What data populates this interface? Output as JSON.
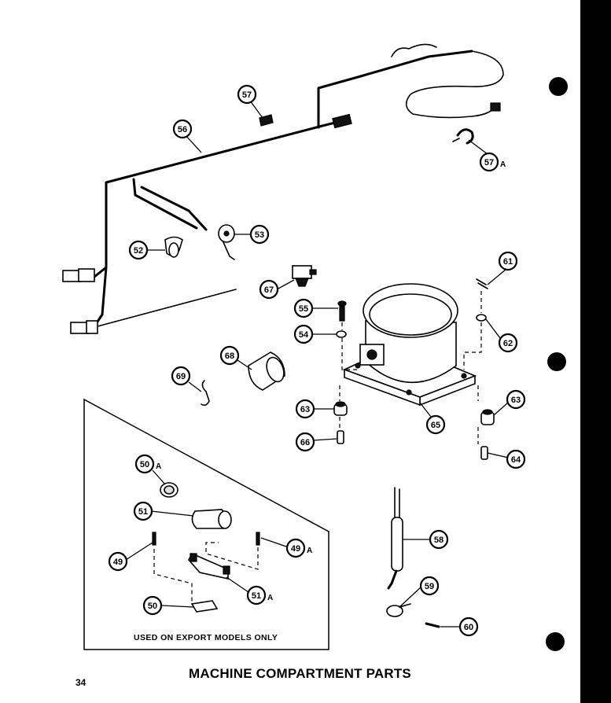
{
  "page": {
    "title": "MACHINE COMPARTMENT PARTS",
    "page_number": "34",
    "export_note": "USED ON EXPORT MODELS ONLY"
  },
  "callouts": [
    {
      "id": "57",
      "label": "57",
      "suffix": ""
    },
    {
      "id": "56",
      "label": "56",
      "suffix": ""
    },
    {
      "id": "57a",
      "label": "57",
      "suffix": "A"
    },
    {
      "id": "52",
      "label": "52",
      "suffix": ""
    },
    {
      "id": "53",
      "label": "53",
      "suffix": ""
    },
    {
      "id": "61",
      "label": "61",
      "suffix": ""
    },
    {
      "id": "67",
      "label": "67",
      "suffix": ""
    },
    {
      "id": "55",
      "label": "55",
      "suffix": ""
    },
    {
      "id": "54",
      "label": "54",
      "suffix": ""
    },
    {
      "id": "62",
      "label": "62",
      "suffix": ""
    },
    {
      "id": "68",
      "label": "68",
      "suffix": ""
    },
    {
      "id": "69",
      "label": "69",
      "suffix": ""
    },
    {
      "id": "63-left",
      "label": "63",
      "suffix": ""
    },
    {
      "id": "65",
      "label": "65",
      "suffix": ""
    },
    {
      "id": "63-right",
      "label": "63",
      "suffix": ""
    },
    {
      "id": "66",
      "label": "66",
      "suffix": ""
    },
    {
      "id": "64",
      "label": "64",
      "suffix": ""
    },
    {
      "id": "50a",
      "label": "50",
      "suffix": "A"
    },
    {
      "id": "51",
      "label": "51",
      "suffix": ""
    },
    {
      "id": "49",
      "label": "49",
      "suffix": ""
    },
    {
      "id": "49a",
      "label": "49",
      "suffix": "A"
    },
    {
      "id": "51a",
      "label": "51",
      "suffix": "A"
    },
    {
      "id": "50",
      "label": "50",
      "suffix": ""
    },
    {
      "id": "58",
      "label": "58",
      "suffix": ""
    },
    {
      "id": "59",
      "label": "59",
      "suffix": ""
    },
    {
      "id": "60",
      "label": "60",
      "suffix": ""
    }
  ]
}
